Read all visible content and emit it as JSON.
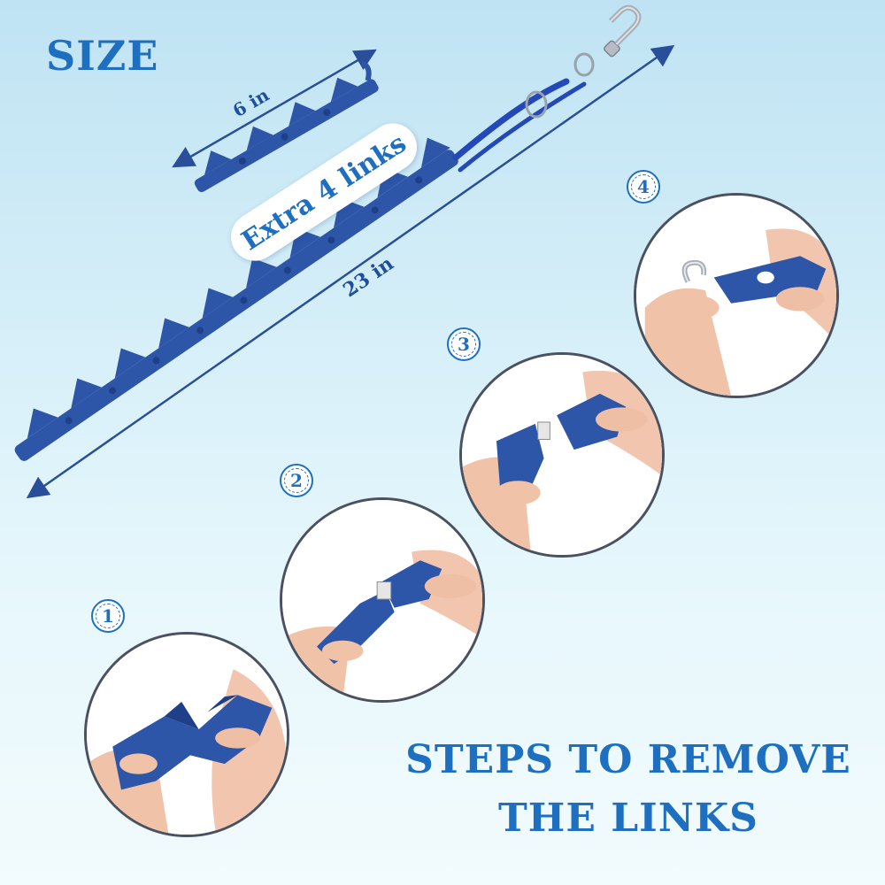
{
  "size_heading": "SIZE",
  "short_length_label": "6 in",
  "long_length_label": "23 in",
  "extra_links_label": "Extra 4 links",
  "steps_heading_line1": "STEPS TO REMOVE",
  "steps_heading_line2": "THE LINKS",
  "steps": [
    {
      "number": "1"
    },
    {
      "number": "2"
    },
    {
      "number": "3"
    },
    {
      "number": "4"
    }
  ],
  "colors": {
    "accent": "#1f6fc0",
    "link_blue": "#2d55a8",
    "link_dark": "#1f3f88",
    "skin": "#f0c2a8"
  }
}
